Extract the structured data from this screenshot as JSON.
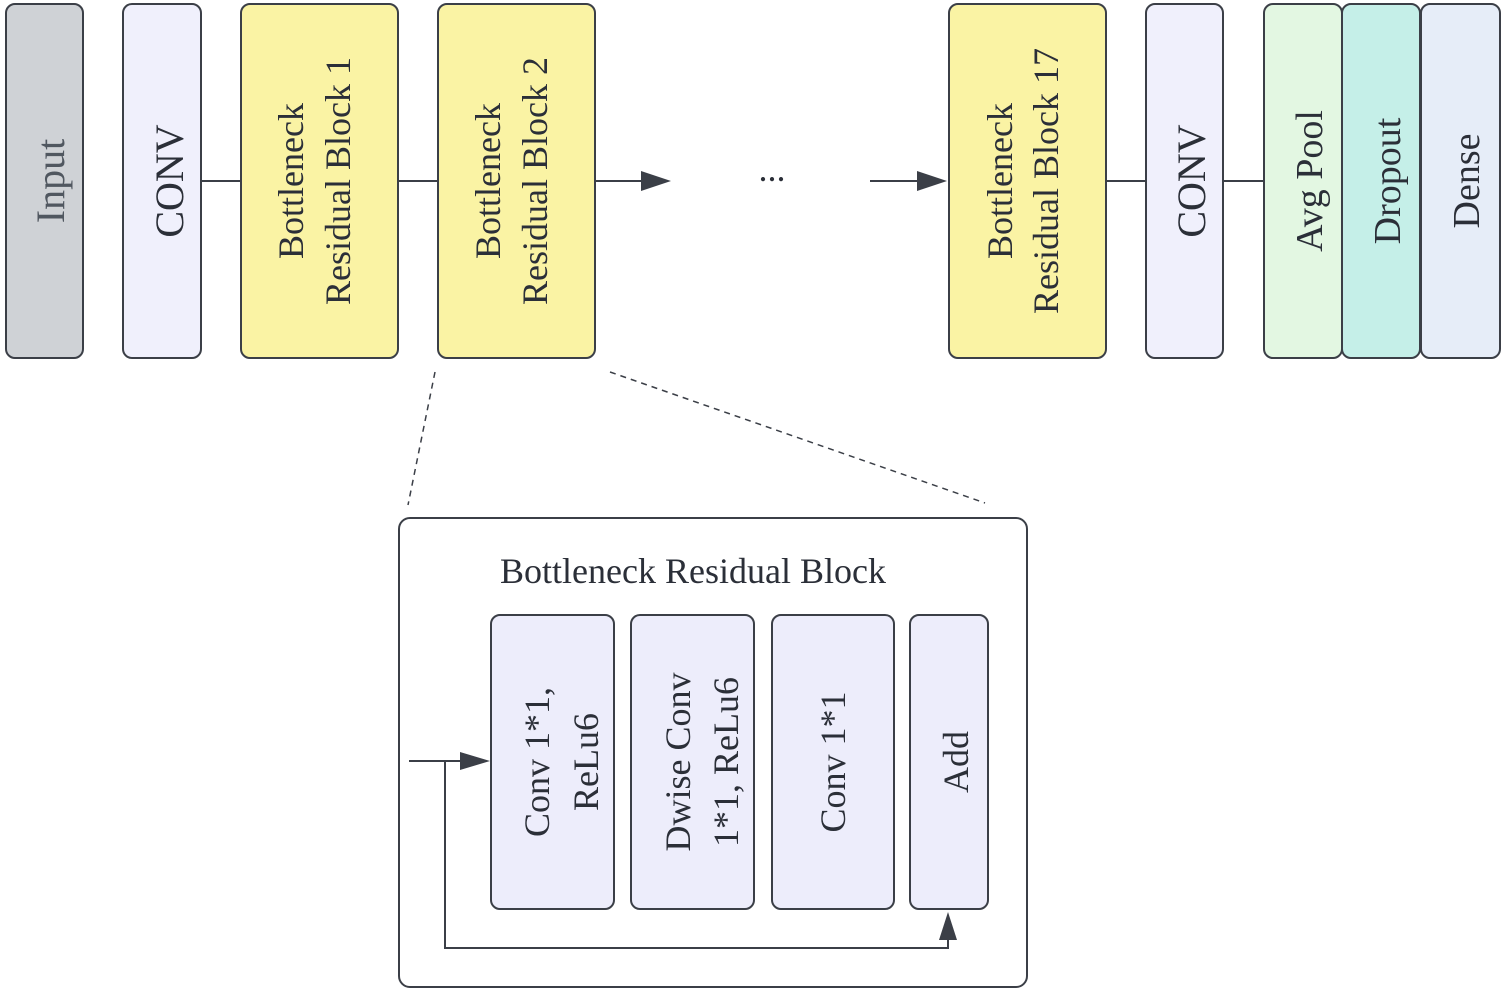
{
  "colors": {
    "input_fill": "#cfd2d6",
    "conv_fill": "#f0f0fc",
    "block_fill": "#faf3a4",
    "avgpool_fill": "#e3f7e2",
    "dropout_fill": "#c5efe8",
    "dense_fill": "#e6edf8",
    "inner_fill": "#ededfb",
    "stroke": "#3b3f47"
  },
  "top_row": {
    "input": "Input",
    "conv1": "CONV",
    "block1": {
      "line1": "Bottleneck",
      "line2": "Residual Block 1"
    },
    "block2": {
      "line1": "Bottleneck",
      "line2": "Residual Block 2"
    },
    "ellipsis": "...",
    "block17": {
      "line1": "Bottleneck",
      "line2": "Residual Block 17"
    },
    "conv2": "CONV",
    "avg_pool": "Avg Pool",
    "dropout": "Dropout",
    "dense": "Dense"
  },
  "detail": {
    "title": "Bottleneck Residual Block",
    "conv1": {
      "line1": "Conv 1*1,",
      "line2": "ReLu6"
    },
    "dwise": {
      "line1": "Dwise Conv",
      "line2": "1*1, ReLu6"
    },
    "conv2": "Conv 1*1",
    "add": "Add"
  }
}
